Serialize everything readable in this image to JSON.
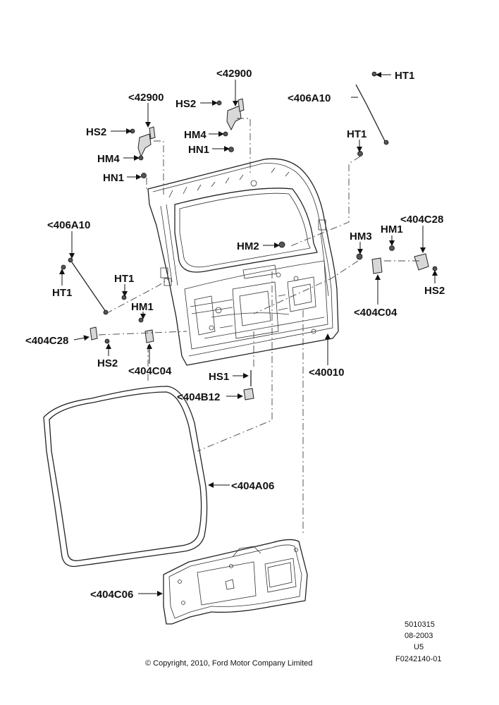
{
  "callouts": {
    "c_42900_right": "<42900",
    "c_42900_left": "<42900",
    "c_hs2_top": "HS2",
    "c_hs2_left": "HS2",
    "c_hm4_top": "HM4",
    "c_hm4_left": "HM4",
    "c_hn1_top": "HN1",
    "c_hn1_left": "HN1",
    "c_ht1_top": "HT1",
    "c_406a10_top": "<406A10",
    "c_ht1_mid": "HT1",
    "c_406a10_left": "<406A10",
    "c_ht1_left": "HT1",
    "c_ht1_center": "HT1",
    "c_hm2": "HM2",
    "c_hm3": "HM3",
    "c_hm1_right": "HM1",
    "c_404c28_right": "<404C28",
    "c_hs2_right": "HS2",
    "c_404c04_right": "<404C04",
    "c_hm1_left": "HM1",
    "c_404c28_left": "<404C28",
    "c_hs2_bottom": "HS2",
    "c_404c04_left": "<404C04",
    "c_40010": "<40010",
    "c_hs1": "HS1",
    "c_404b12": "<404B12",
    "c_404a06": "<404A06",
    "c_404c06": "<404C06"
  },
  "footer": {
    "ref_number": "5010315",
    "date": "08-2003",
    "code": "U5",
    "figure_id": "F0242140-01",
    "copyright": "© Copyright, 2010, Ford Motor Company Limited"
  }
}
